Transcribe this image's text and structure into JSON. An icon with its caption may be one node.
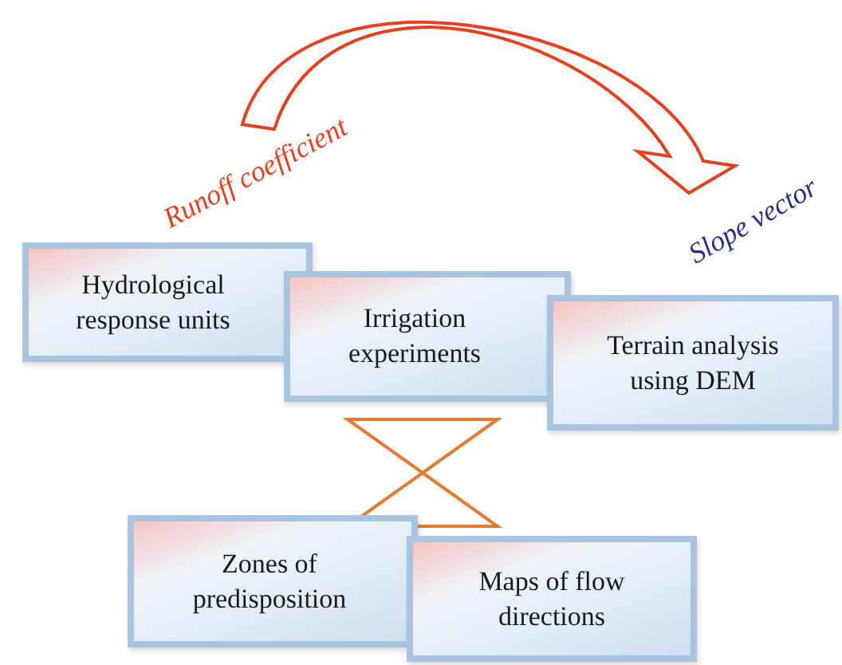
{
  "diagram": {
    "nodes": [
      {
        "text": [
          "Runoff coefficient"
        ]
      },
      {
        "text": [
          "Slope vector"
        ]
      },
      {
        "text": [
          "Hydrological response units"
        ]
      },
      {
        "text": [
          "Irrigation experiments"
        ]
      },
      {
        "text": [
          "Terrain analysis using DEM"
        ]
      },
      {
        "text": [
          "Zones of predisposition"
        ]
      },
      {
        "text": [
          "Maps of flow directions"
        ]
      }
    ],
    "edges": [
      {
        "from": 0,
        "to": 1,
        "arrow": "to"
      }
    ]
  }
}
